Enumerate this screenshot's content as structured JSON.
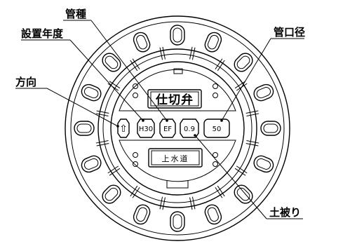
{
  "labels": {
    "pipe_type": "管種",
    "install_year": "設置年度",
    "pipe_diameter": "管口径",
    "direction": "方向",
    "cover_depth": "土被り"
  },
  "cover": {
    "title": "仕切弁",
    "utility": "上水道",
    "direction_symbol": "⇧",
    "year": "H30",
    "pipe_code": "EF",
    "depth": "0.9",
    "diameter": "50"
  }
}
